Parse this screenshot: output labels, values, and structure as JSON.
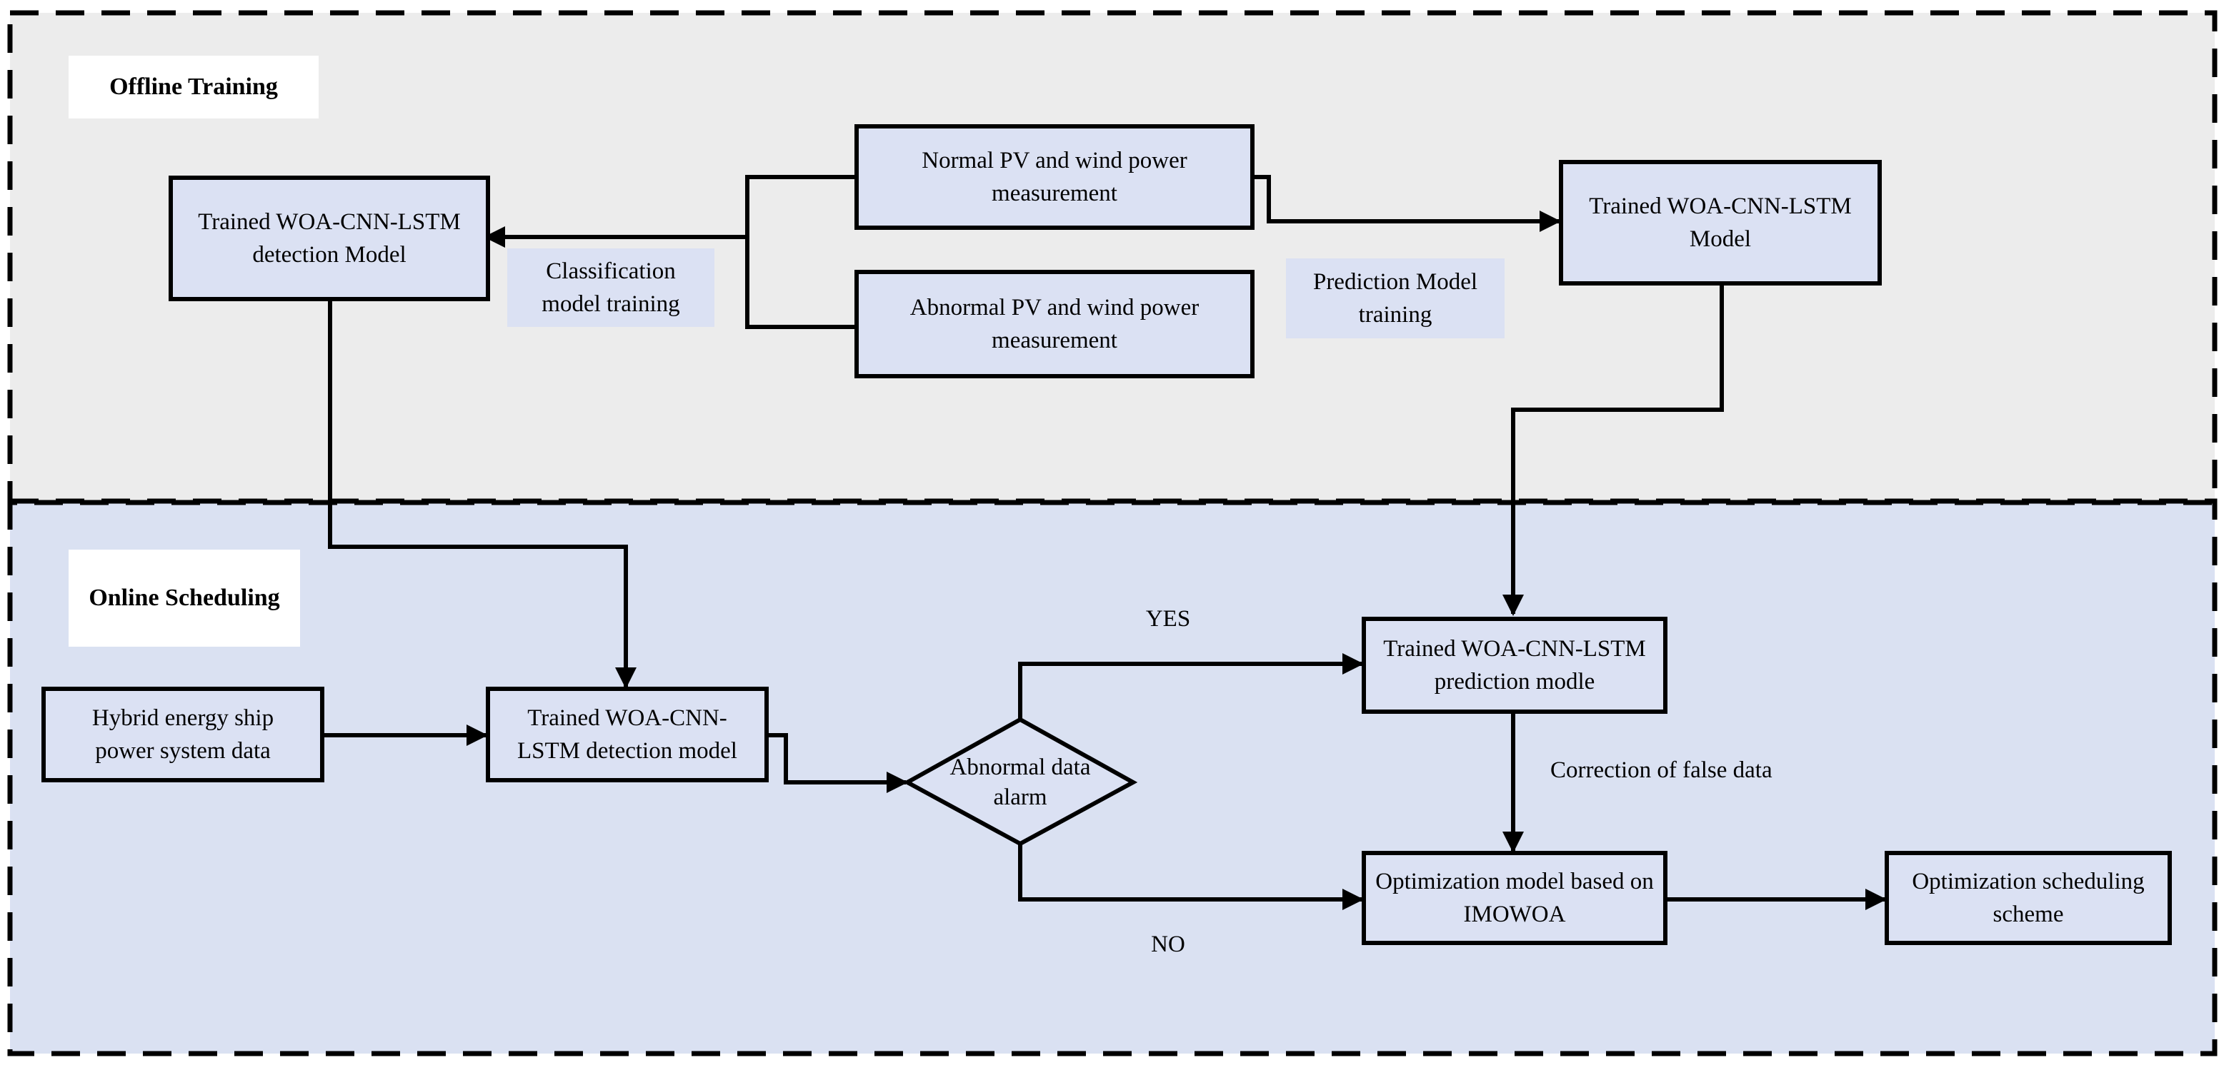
{
  "sections": {
    "offline": "Offline Training",
    "online": "Online Scheduling"
  },
  "nodes": {
    "normal_measurement": "Normal PV and wind power measurement",
    "abnormal_measurement": "Abnormal PV and wind power measurement",
    "trained_detection_offline": "Trained WOA-CNN-LSTM detection Model",
    "trained_model_offline": "Trained WOA-CNN-LSTM Model",
    "ship_data": "Hybrid energy ship power system data",
    "trained_detection_online": "Trained WOA-CNN-LSTM detection model",
    "abnormal_alarm": "Abnormal data alarm",
    "trained_prediction_online": "Trained WOA-CNN-LSTM prediction modle",
    "optimization_model": "Optimization model based on IMOWOA",
    "optimization_scheme": "Optimization scheduling scheme"
  },
  "edge_labels": {
    "classification_training": "Classification model training",
    "prediction_training": "Prediction Model training",
    "yes": "YES",
    "no": "NO",
    "correction": "Correction of false data"
  },
  "colors": {
    "offline_background": "#ececec",
    "online_background": "#dae1f2",
    "box_fill": "#dbe1f3",
    "line": "#000000"
  }
}
